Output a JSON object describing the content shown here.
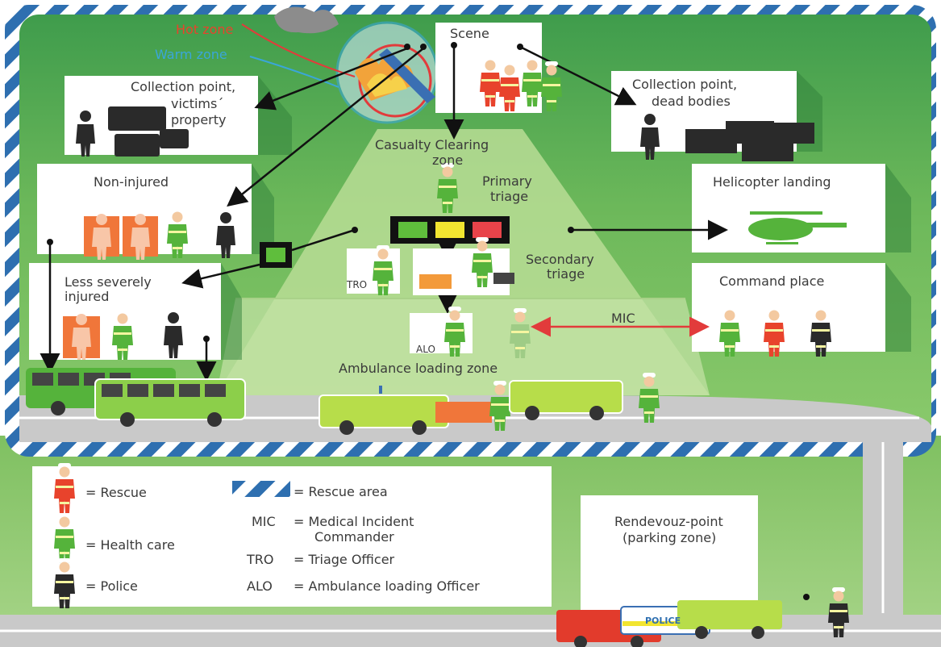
{
  "zones": {
    "hot": "Hot zone",
    "warm": "Warm zone",
    "scene": "Scene",
    "casualty_line1": "Casualty Clearing",
    "casualty_line2": "zone",
    "primary_line1": "Primary",
    "primary_line2": "triage",
    "secondary_line1": "Secondary",
    "secondary_line2": "triage",
    "ambulance_loading": "Ambulance loading zone"
  },
  "boxes": {
    "victims_property_line1": "Collection point,",
    "victims_property_line2": "victims´",
    "victims_property_line3": "property",
    "dead_bodies_line1": "Collection point,",
    "dead_bodies_line2": "dead bodies",
    "non_injured": "Non-injured",
    "less_severe_line1": "Less severely",
    "less_severe_line2": "injured",
    "helicopter": "Helicopter landing",
    "command": "Command place",
    "rendezvous_line1": "Rendevouz-point",
    "rendezvous_line2": "(parking zone)"
  },
  "roles": {
    "tro": "TRO",
    "alo": "ALO",
    "mic": "MIC",
    "police_car": "POLICE"
  },
  "triage_colors": [
    "#5fbe3c",
    "#f2e530",
    "#e8434a"
  ],
  "legend": {
    "rescue": "= Rescue",
    "health_care": "= Health care",
    "police": "= Police",
    "rescue_area": "= Rescue area",
    "mic_abbr": "MIC",
    "mic_def_line1": "= Medical Incident",
    "mic_def_line2": "Commander",
    "tro_abbr": "TRO",
    "tro_def": "= Triage Officer",
    "alo_abbr": "ALO",
    "alo_def": "= Ambulance loading Officer"
  },
  "colors": {
    "background_green": "#7dbf5e",
    "light_green": "#b9dd95",
    "rescue_red": "#e8432c",
    "health_green": "#55b33b",
    "police_dark": "#2a2a2a",
    "area_blue": "#2e6fb0",
    "road_gray": "#c9c9c9"
  },
  "icons": [
    "person-icon",
    "rescue-worker-icon",
    "health-worker-icon",
    "police-officer-icon",
    "bus-icon",
    "ambulance-icon",
    "helicopter-icon",
    "briefcase-icon",
    "body-bag-icon",
    "fire-truck-icon",
    "police-car-icon",
    "stretcher-icon"
  ]
}
